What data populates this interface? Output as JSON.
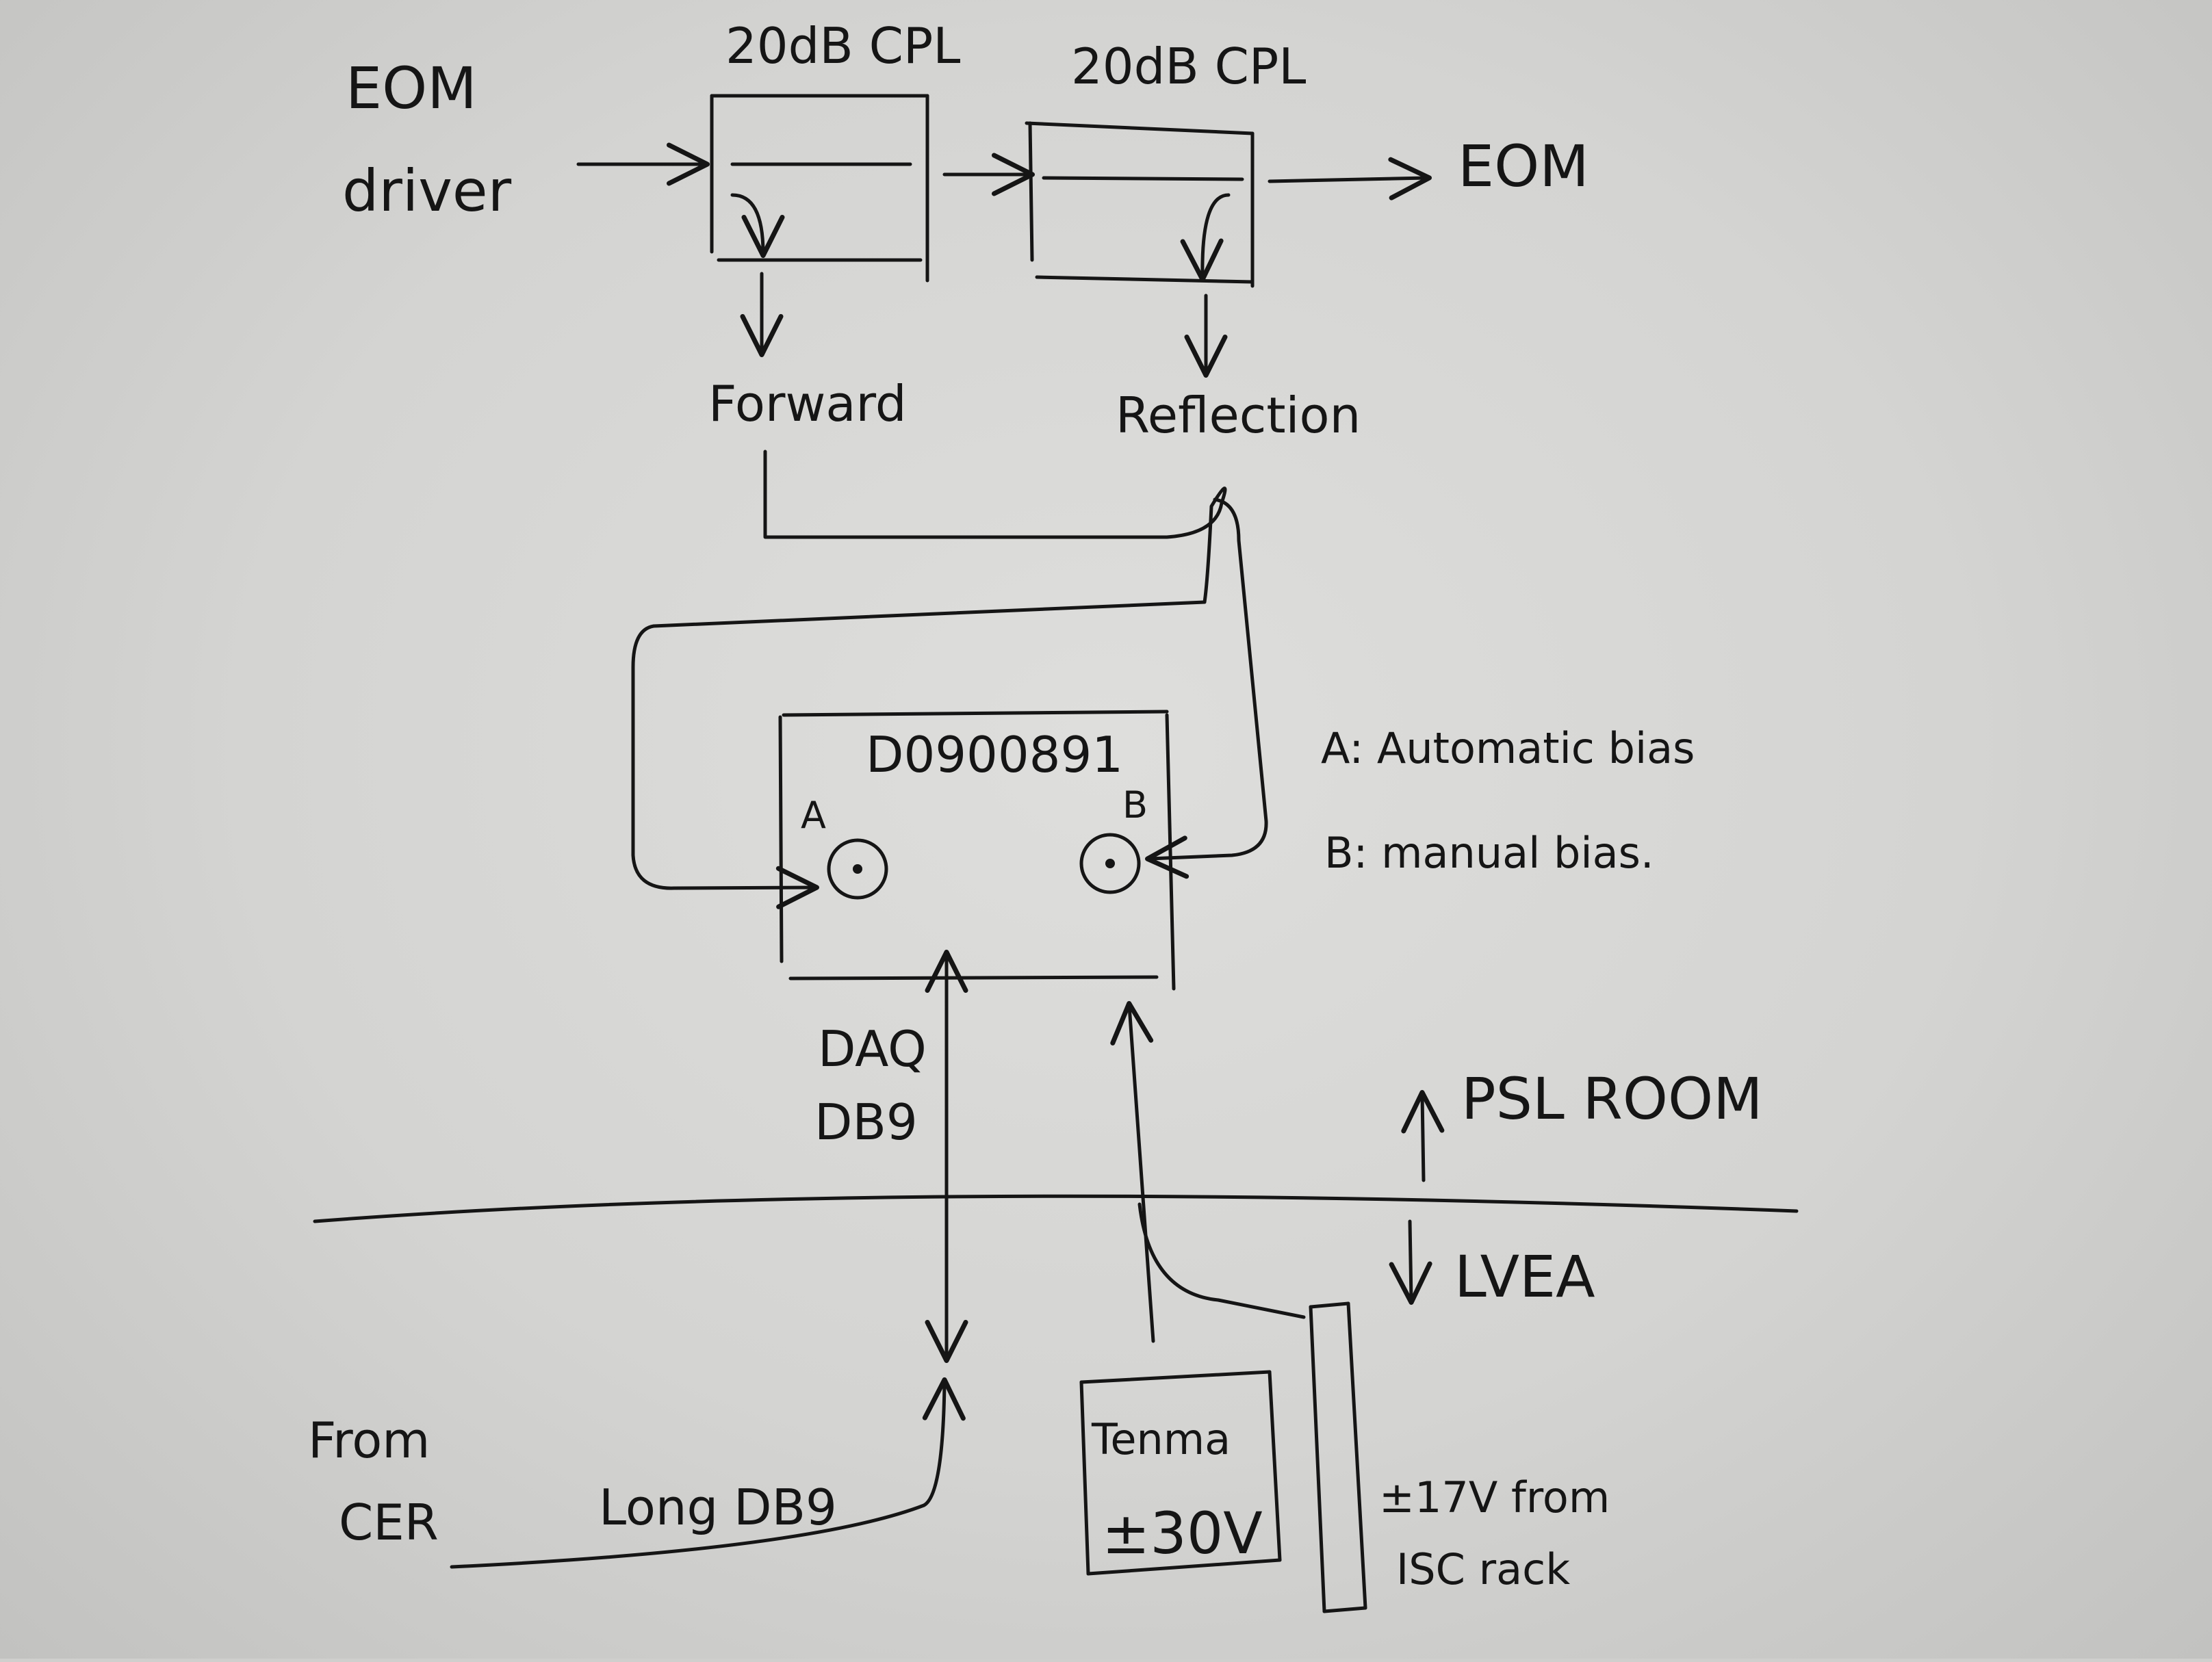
{
  "inputs": {
    "eom_driver_line1": "EOM",
    "eom_driver_line2": "driver"
  },
  "couplers": [
    {
      "label": "20dB CPL"
    },
    {
      "label": "20dB CPL"
    }
  ],
  "output_label": "EOM",
  "taps": {
    "forward": "Forward",
    "reflection": "Reflection"
  },
  "unit": {
    "id": "D0900891",
    "port_a": "A",
    "port_b": "B"
  },
  "legend": {
    "a": "A: Automatic bias",
    "b": "B: manual bias."
  },
  "daq": {
    "line1": "DAQ",
    "line2": "DB9"
  },
  "zones": {
    "upper": "PSL ROOM",
    "lower": "LVEA"
  },
  "source": {
    "line1": "From",
    "line2": "CER",
    "cable": "Long DB9"
  },
  "supply": {
    "line1": "Tenma",
    "line2": "±30V"
  },
  "rack_supply": {
    "line1": "±17V from",
    "line2": "ISC rack"
  }
}
